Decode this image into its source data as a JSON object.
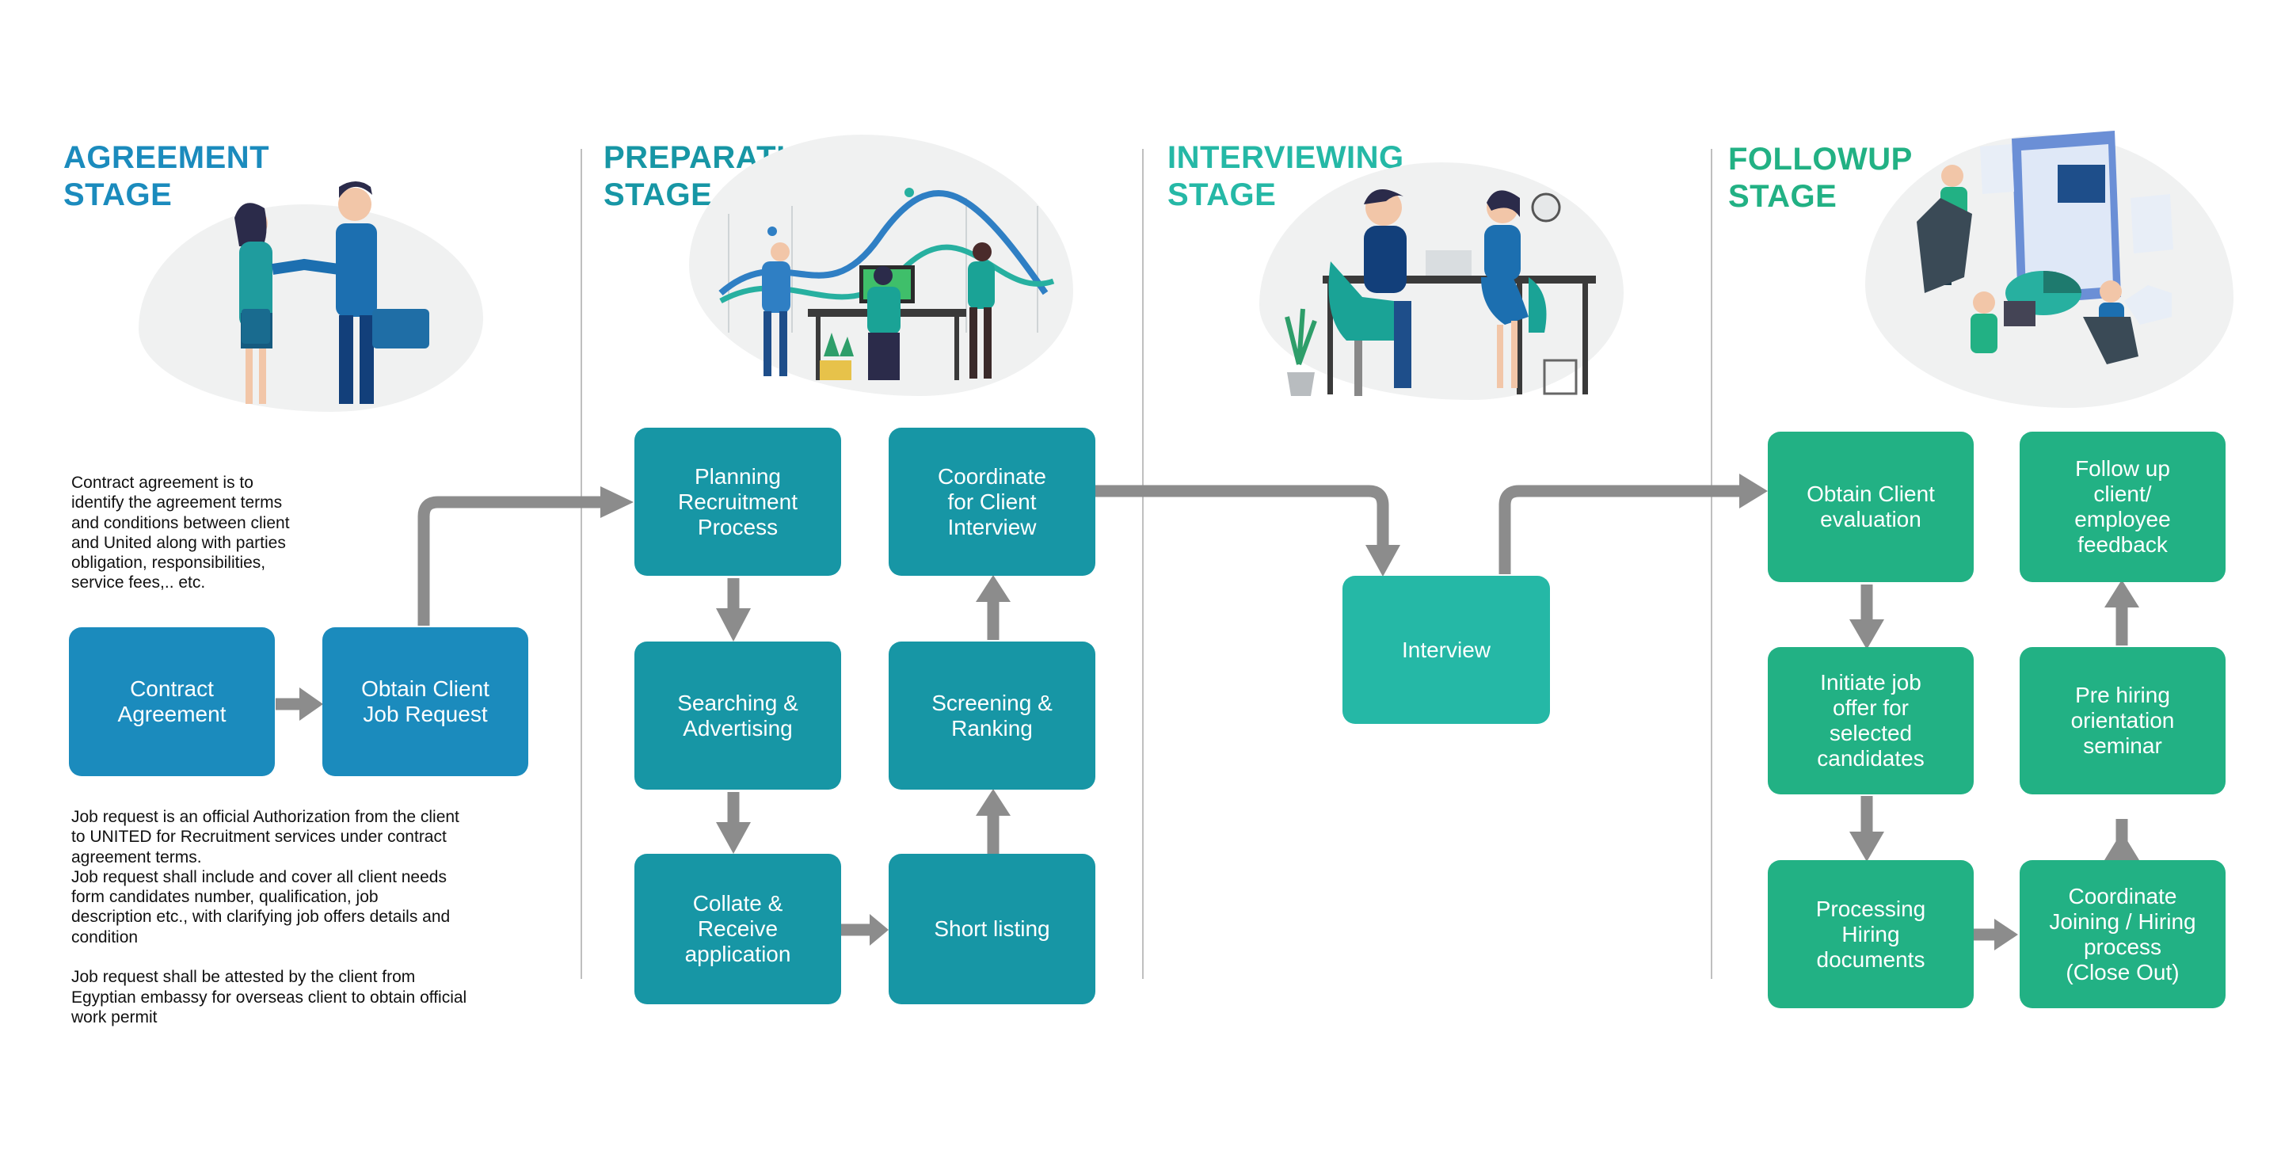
{
  "colors": {
    "agreement": "#1b8bbd",
    "preparation": "#1796a5",
    "interviewing": "#25b8a6",
    "followup": "#22b184",
    "arrow": "#8c8c8c",
    "divider": "#bfbfbf"
  },
  "stages": {
    "agreement": {
      "title": "AGREEMENT\nSTAGE"
    },
    "preparation": {
      "title": "PREPARATION\nSTAGE"
    },
    "interviewing": {
      "title": "INTERVIEWING\nSTAGE"
    },
    "followup": {
      "title": "FOLLOWUP\nSTAGE"
    }
  },
  "agreement": {
    "description_top": "Contract agreement is to\nidentify the agreement terms\nand conditions between client\nand United along with parties\nobligation, responsibilities,\nservice fees,.. etc.",
    "description_bottom": "Job request is an official Authorization from the client\nto UNITED for Recruitment services under contract\nagreement terms.\nJob request shall include and cover all client needs\nform candidates number, qualification, job\ndescription etc., with clarifying job offers details and\ncondition\n\nJob request shall be attested by the client from\nEgyptian embassy for overseas client to obtain official\nwork permit",
    "boxes": [
      "Contract\nAgreement",
      "Obtain Client\nJob Request"
    ]
  },
  "preparation": {
    "boxes": [
      "Planning\nRecruitment\nProcess",
      "Searching &\nAdvertising",
      "Collate &\nReceive\napplication",
      "Short listing",
      "Screening &\nRanking",
      "Coordinate\nfor Client\nInterview"
    ]
  },
  "interviewing": {
    "boxes": [
      "Interview"
    ]
  },
  "followup": {
    "boxes": [
      "Obtain Client\nevaluation",
      "Initiate job\noffer for\nselected\ncandidates",
      "Processing\nHiring\ndocuments",
      "Coordinate\nJoining / Hiring\nprocess\n(Close Out)",
      "Pre hiring\norientation\nseminar",
      "Follow up\nclient/\nemployee\nfeedback"
    ]
  },
  "icons": [
    "handshake-illustration-icon",
    "planning-team-illustration-icon",
    "interview-illustration-icon",
    "followup-dashboard-illustration-icon"
  ]
}
